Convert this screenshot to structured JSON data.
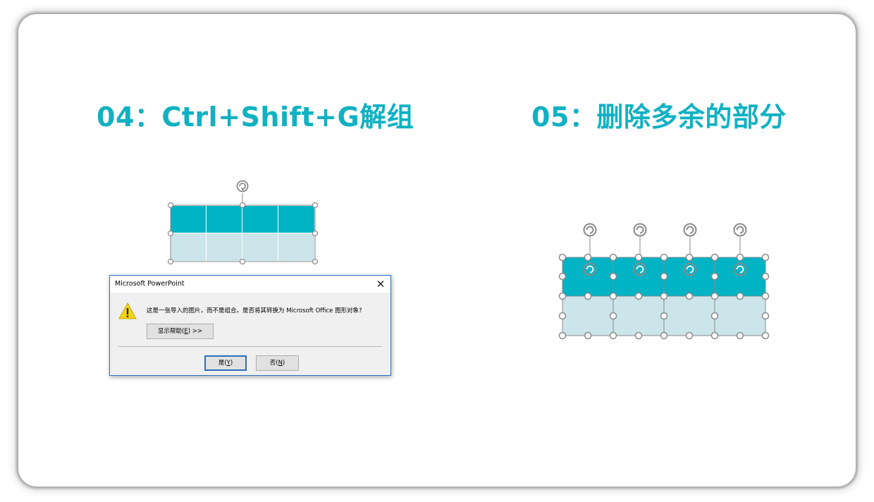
{
  "slide": {
    "left_title": "04：Ctrl+Shift+G解组",
    "right_title": "05：删除多余的部分"
  },
  "colors": {
    "accent": "#11b1c3",
    "cell_dark": "#00b3c5",
    "cell_light": "#cbe5ea",
    "handle_stroke": "#8a8a8a"
  },
  "dialog": {
    "title": "Microsoft PowerPoint",
    "close_icon": "close-icon",
    "warning_icon": "warning-icon",
    "message": "这是一张导入的图片，而不是组合。是否将其转换为 Microsoft Office 图形对象?",
    "help_button": {
      "prefix": "显示帮助(",
      "key": "E",
      "suffix": ") >>"
    },
    "yes_button": {
      "prefix": "是(",
      "key": "Y",
      "suffix": ")"
    },
    "no_button": {
      "prefix": "否(",
      "key": "N",
      "suffix": ")"
    }
  }
}
